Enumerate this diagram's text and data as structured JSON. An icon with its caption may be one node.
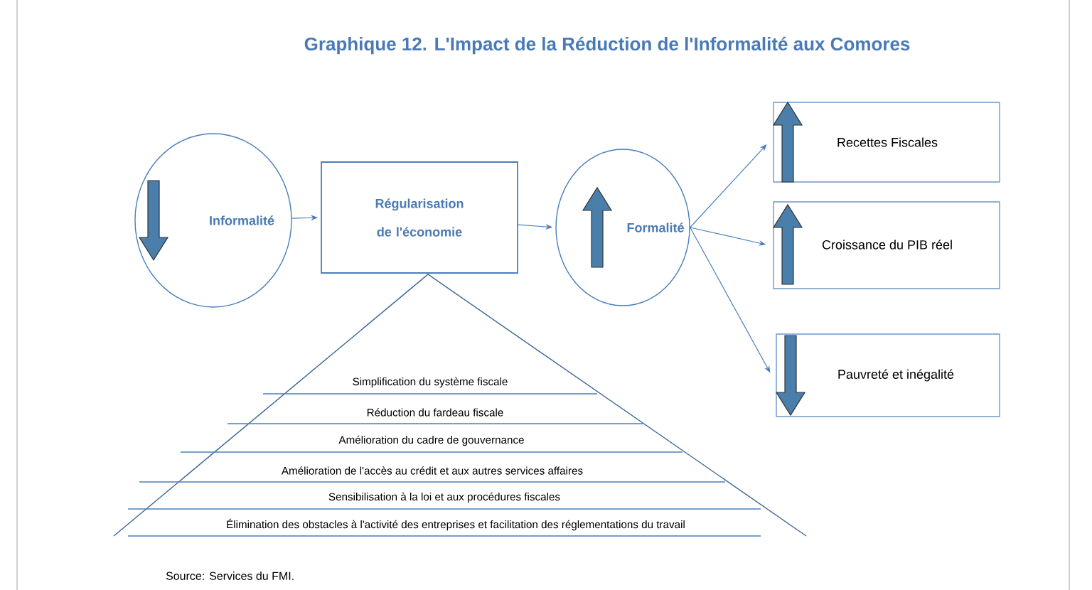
{
  "diagram": {
    "title": "Graphique 12. L'Impact de la Réduction de l'Informalité aux Comores",
    "caption": "Source: Services du FMI.",
    "nodes": [
      {
        "text": [
          "Informalité"
        ]
      },
      {
        "text": [
          "Régularisation de l'économie"
        ]
      },
      {
        "text": [
          "Formalité"
        ]
      },
      {
        "text": [
          "Recettes Fiscales"
        ]
      },
      {
        "text": [
          "Croissance du PIB réel"
        ]
      },
      {
        "text": [
          "Pauvreté et inégalité"
        ]
      },
      {
        "text": [
          "Simplification du système fiscale",
          "Réduction du fardeau fiscale",
          "Amélioration du cadre de gouvernance",
          "Amélioration de l'accès au crédit et aux autres services affaires",
          "Sensibilisation à la loi et aux procédures fiscales",
          "Élimination des obstacles à l'activité des entreprises et facilitation des réglementations du travail"
        ]
      }
    ],
    "edges": [
      {
        "from": 0,
        "to": 1,
        "arrow": "to"
      },
      {
        "from": 1,
        "to": 2,
        "arrow": "to"
      },
      {
        "from": 2,
        "to": 3,
        "arrow": "to"
      },
      {
        "from": 2,
        "to": 4,
        "arrow": "to"
      },
      {
        "from": 2,
        "to": 5,
        "arrow": "to"
      }
    ]
  }
}
